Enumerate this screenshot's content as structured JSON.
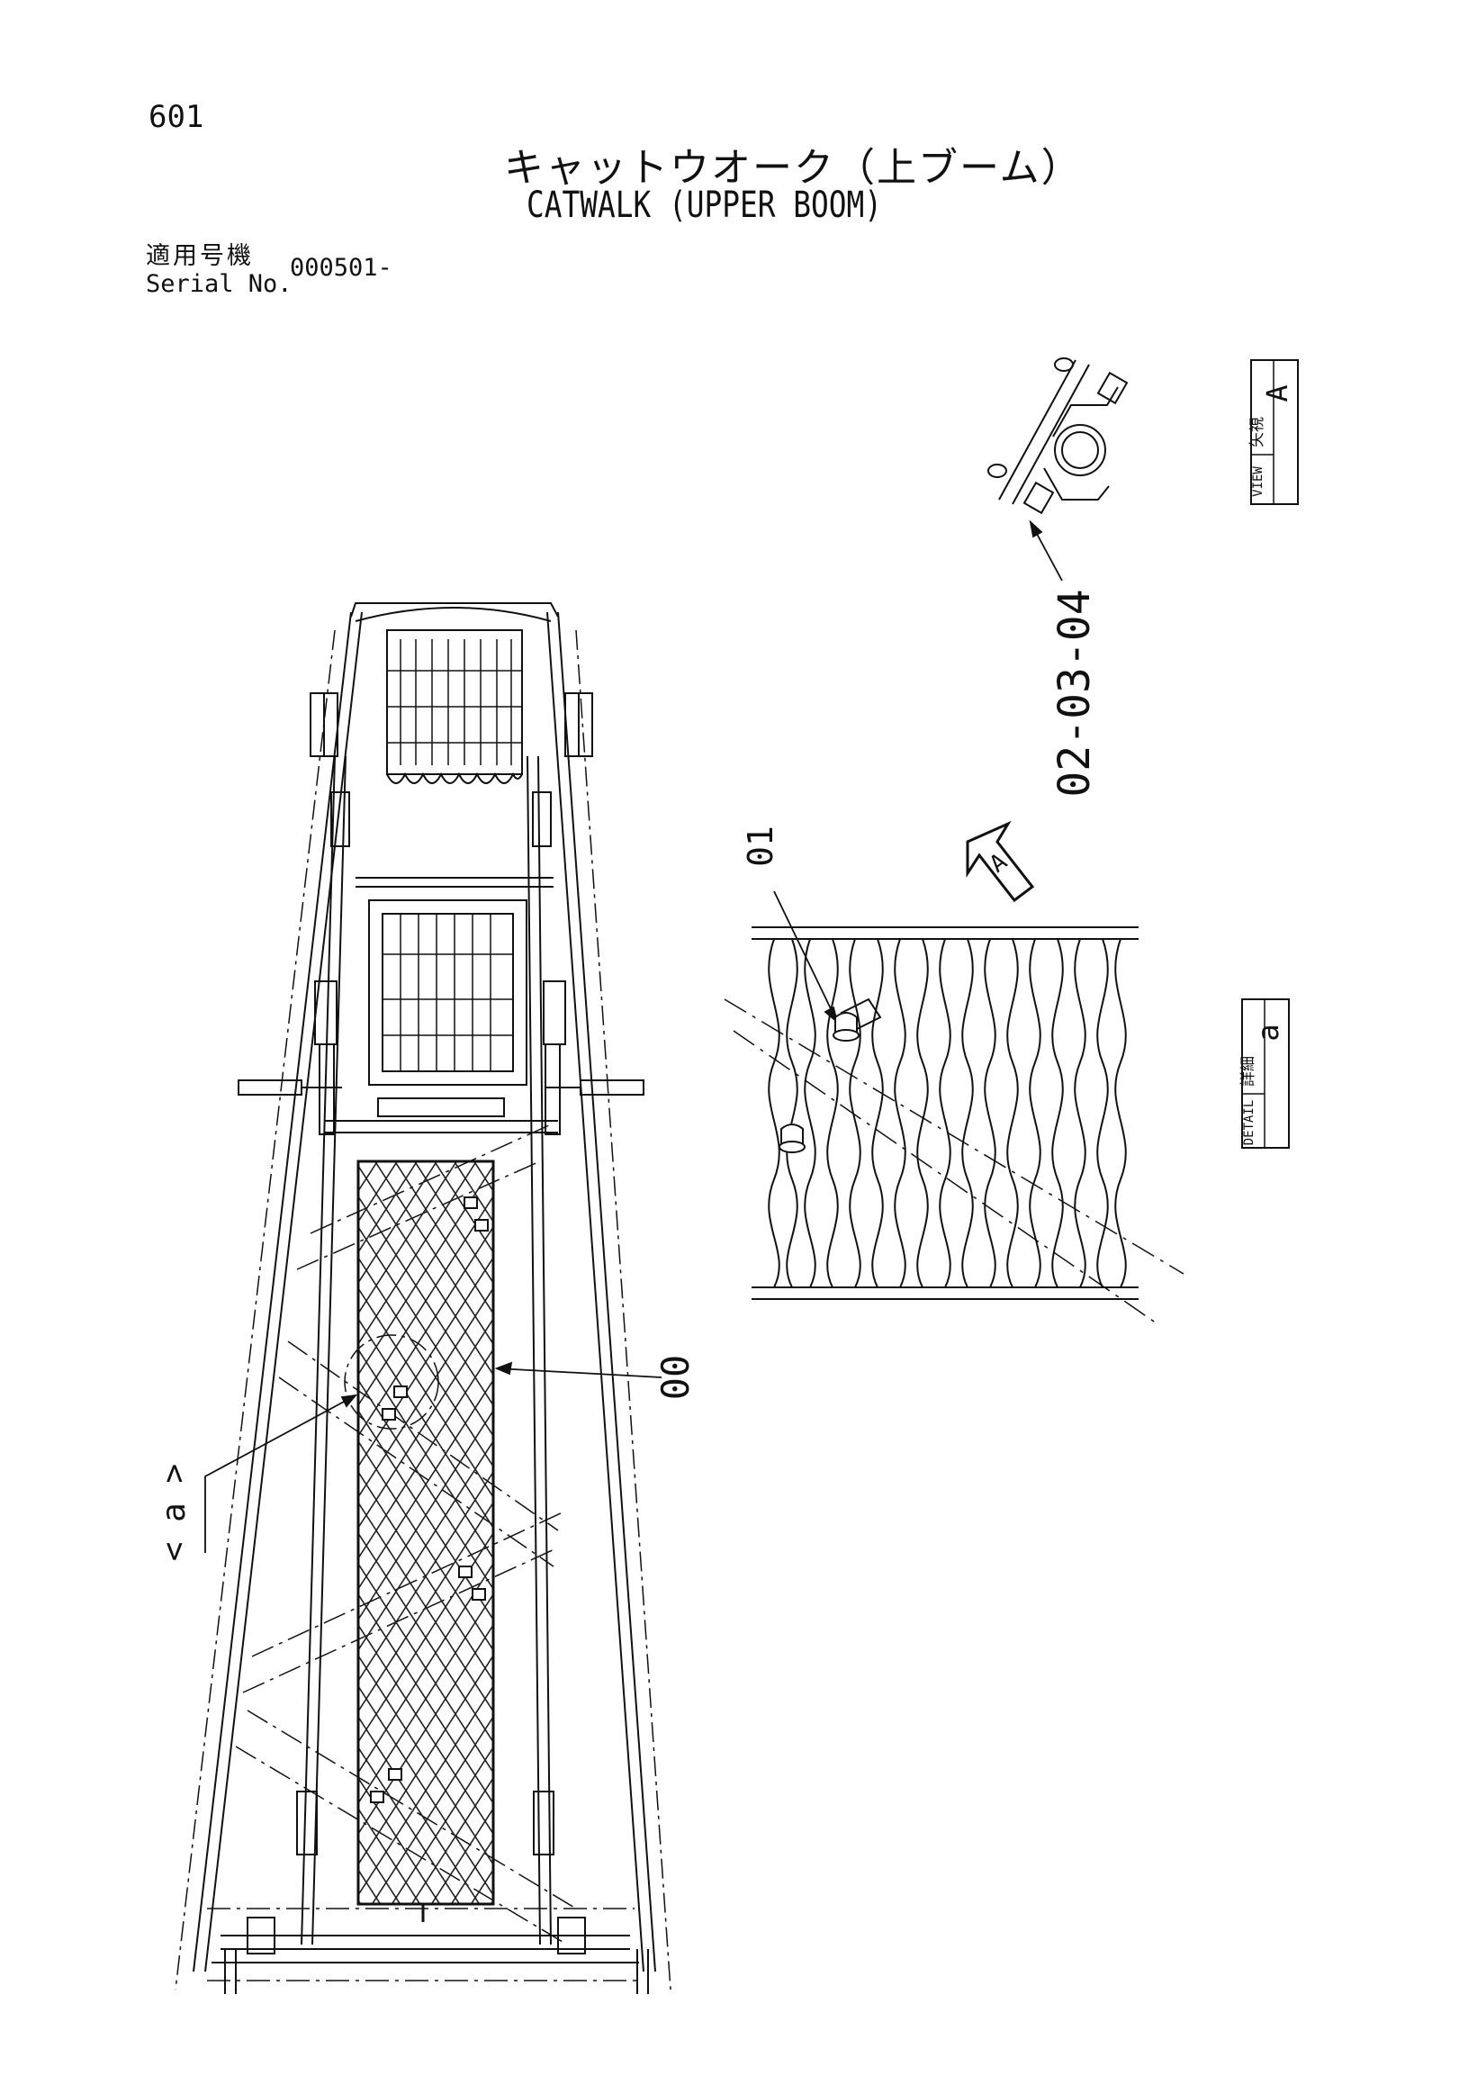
{
  "page": {
    "number": "601",
    "title_ja": "キャットウオーク（上ブーム）",
    "title_en": "CATWALK (UPPER BOOM)",
    "serial_label_ja": "適用号機",
    "serial_label_en": "Serial No.",
    "serial_value": "000501-"
  },
  "callouts": {
    "part_00": "00",
    "part_01": "01",
    "part_bolt": "02-03-04",
    "detail_ref": "< a >",
    "view_arrow": "A"
  },
  "boxes": {
    "view": {
      "label_ja": "矢視",
      "label_en": "VIEW",
      "letter": "A"
    },
    "detail": {
      "label_ja": "詳細",
      "label_en": "DETAIL",
      "letter": "a"
    }
  }
}
